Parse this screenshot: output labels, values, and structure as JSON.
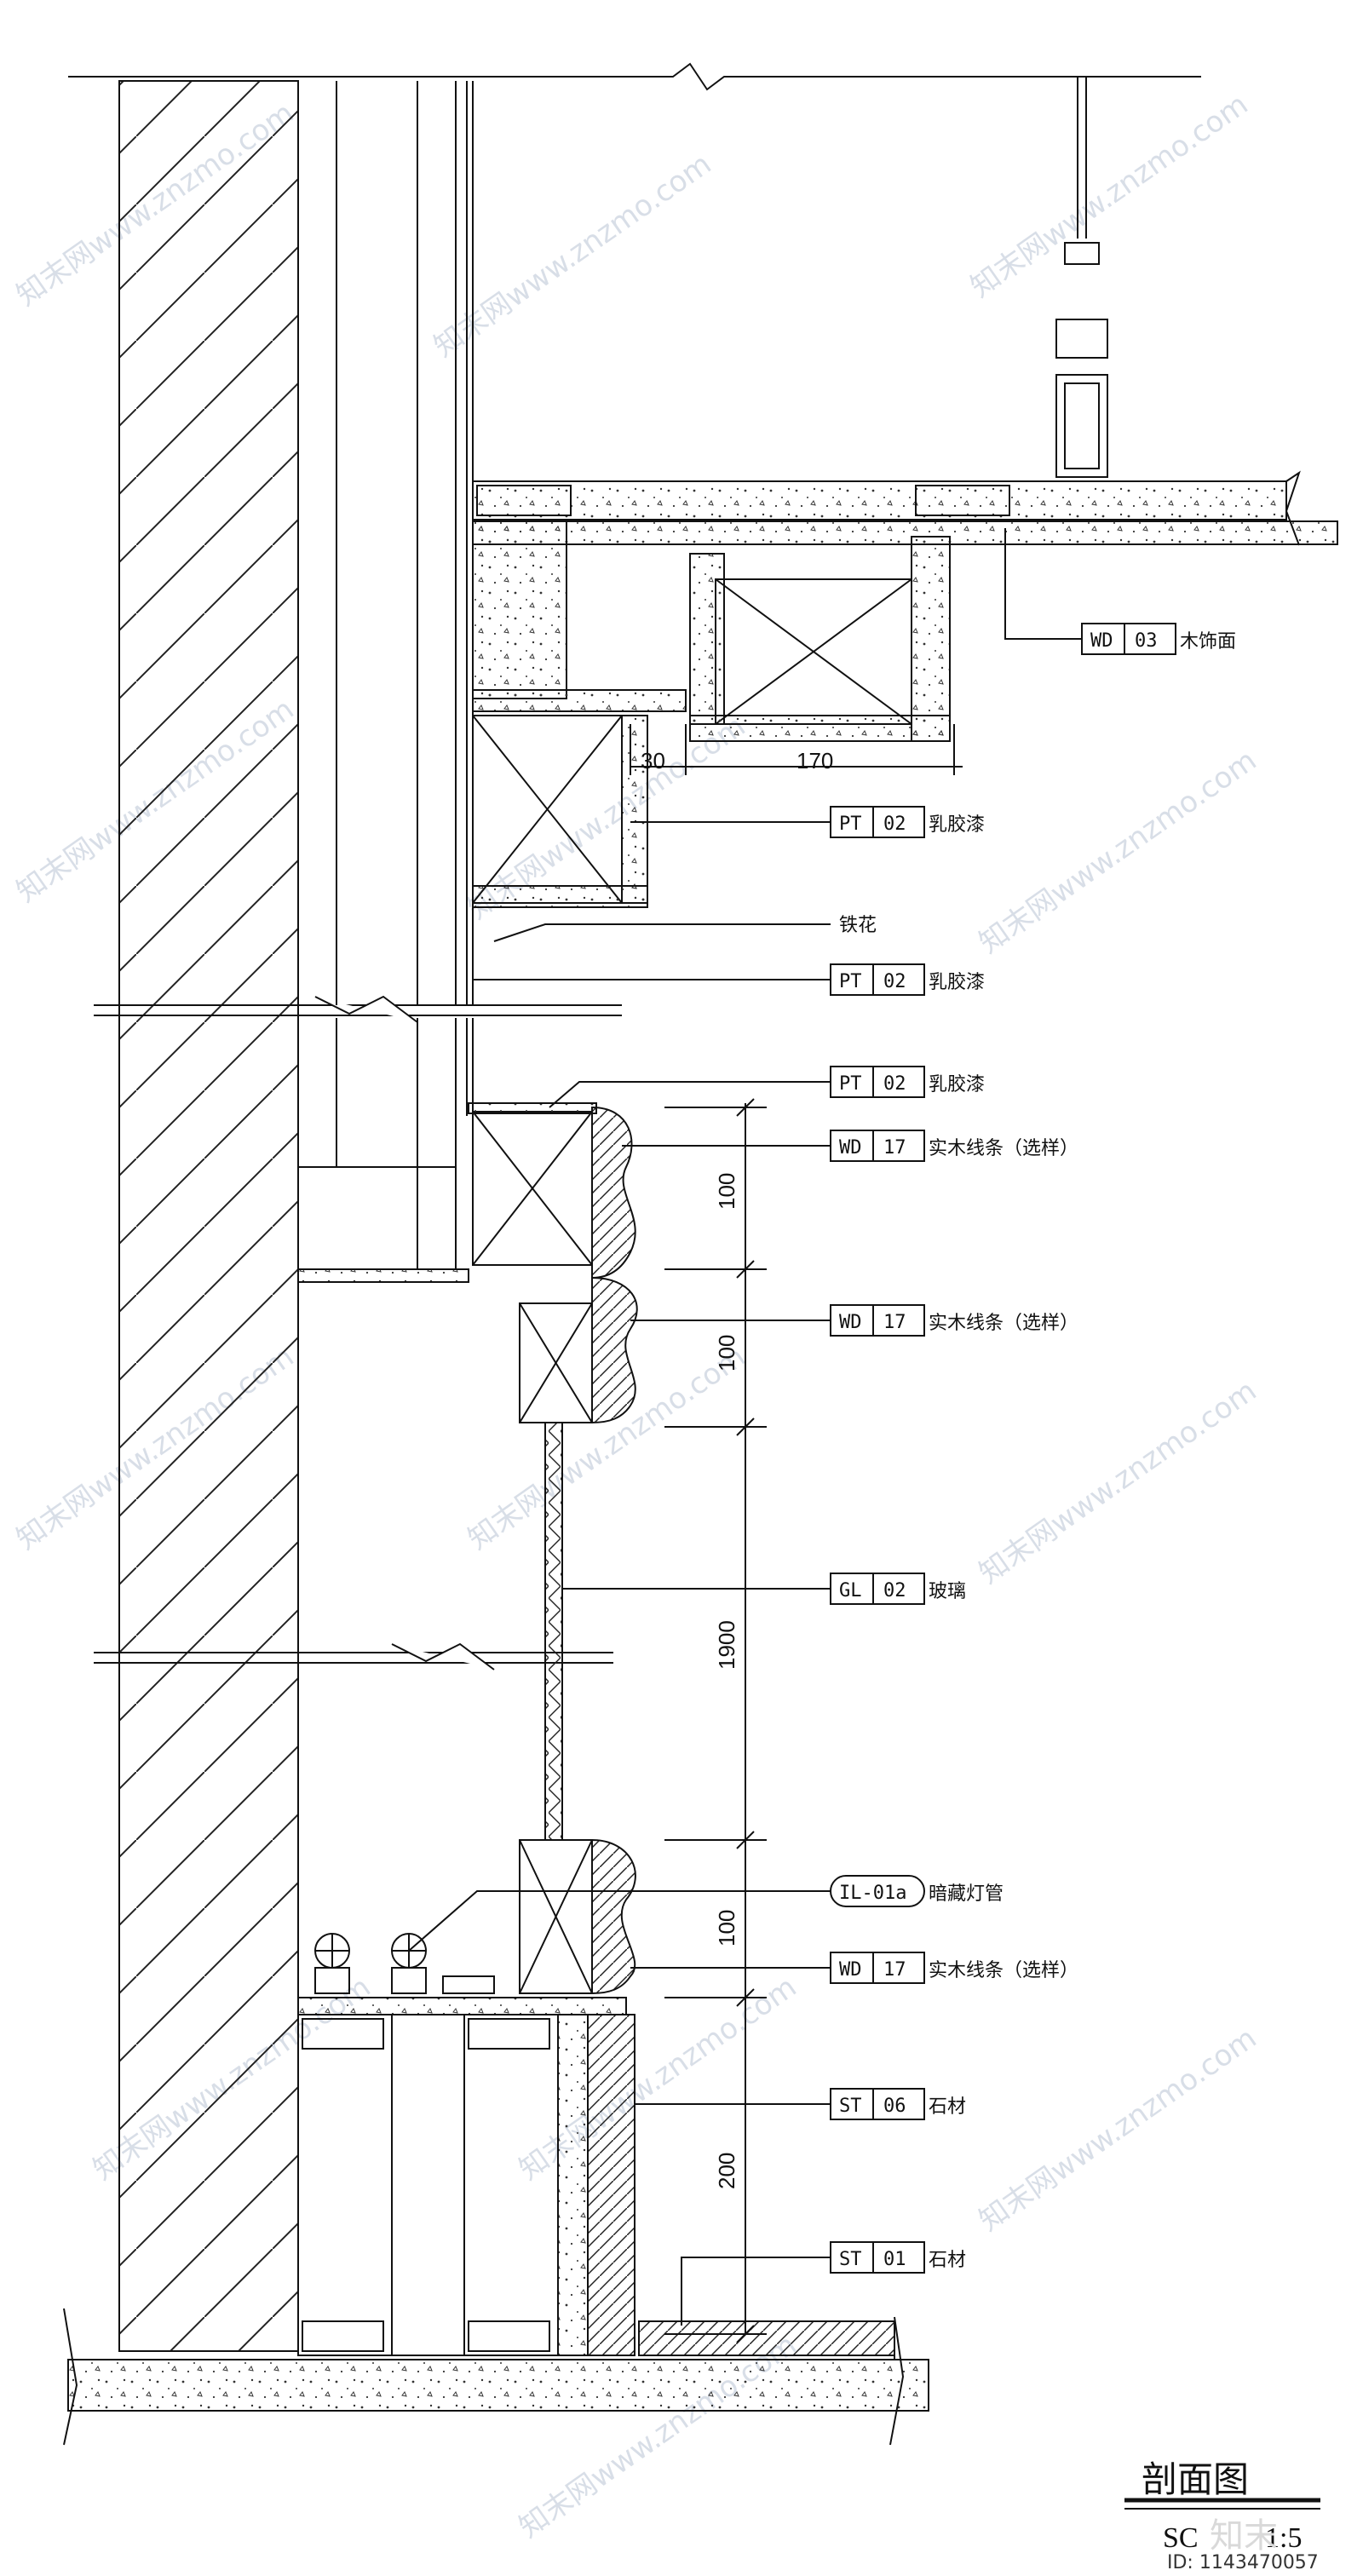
{
  "callouts": [
    {
      "prefix": "WD",
      "num": "03",
      "desc": "木饰面"
    },
    {
      "prefix": "PT",
      "num": "02",
      "desc": "乳胶漆"
    },
    {
      "prefix": "",
      "num": "",
      "desc": "铁花"
    },
    {
      "prefix": "PT",
      "num": "02",
      "desc": "乳胶漆"
    },
    {
      "prefix": "PT",
      "num": "02",
      "desc": "乳胶漆"
    },
    {
      "prefix": "WD",
      "num": "17",
      "desc": "实木线条（选样）"
    },
    {
      "prefix": "WD",
      "num": "17",
      "desc": "实木线条（选样）"
    },
    {
      "prefix": "GL",
      "num": "02",
      "desc": "玻璃"
    },
    {
      "prefix": "IL-01a",
      "num": "",
      "desc": "暗藏灯管"
    },
    {
      "prefix": "WD",
      "num": "17",
      "desc": "实木线条（选样）"
    },
    {
      "prefix": "ST",
      "num": "06",
      "desc": "石材"
    },
    {
      "prefix": "ST",
      "num": "01",
      "desc": "石材"
    }
  ],
  "dimensions": {
    "top_30": "30",
    "top_170": "170",
    "vertical": [
      "100",
      "100",
      "1900",
      "100",
      "200"
    ]
  },
  "title": {
    "name": "剖面图",
    "scale_prefix": "SC",
    "scale_value": "1:5"
  },
  "watermark": {
    "text": "知末网www.znzmo.com",
    "id_text": "ID: 1143470057",
    "logo_text": "知末"
  },
  "colors": {
    "line": "#111111",
    "hatch": "#222222",
    "background": "#ffffff",
    "watermark": "#b9c4d4"
  }
}
